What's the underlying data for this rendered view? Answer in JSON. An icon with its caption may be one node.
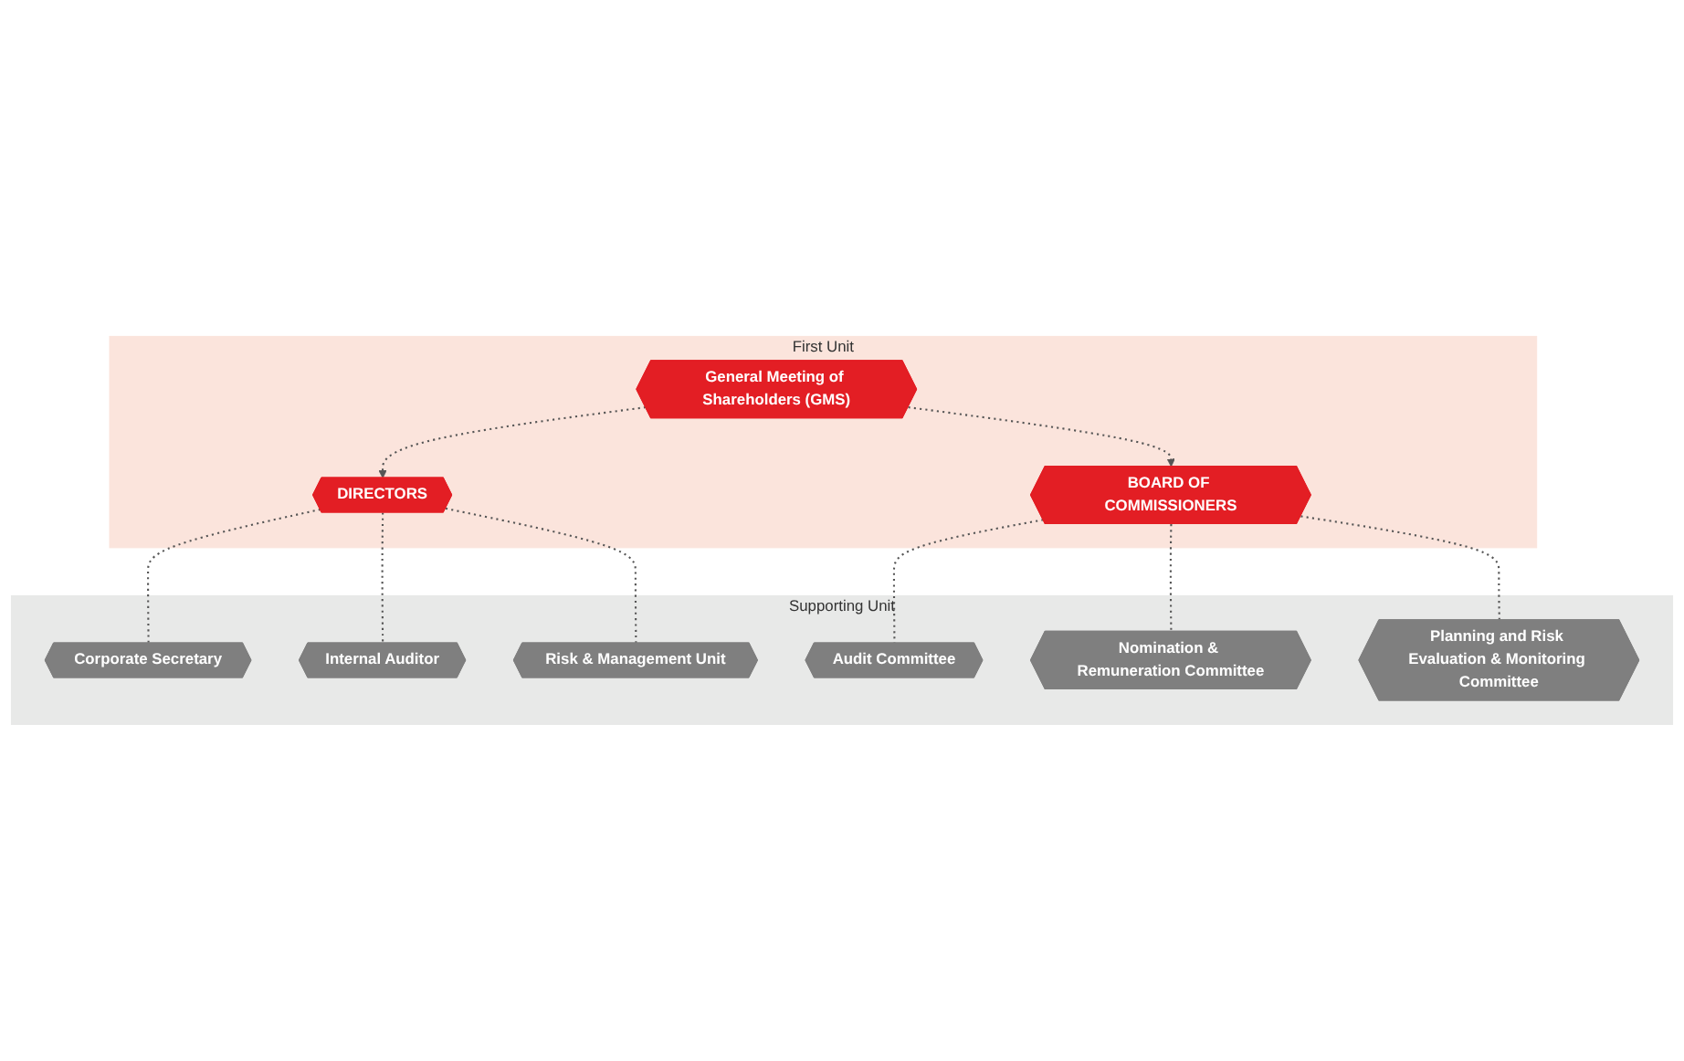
{
  "diagram": {
    "nodes": [
      {
        "text": [
          "First Unit"
        ]
      },
      {
        "text": [
          "General Meeting of Shareholders (GMS)"
        ],
        "in": 0
      },
      {
        "text": [
          "DIRECTORS"
        ],
        "in": 0
      },
      {
        "text": [
          "BOARD OF COMMISSIONERS"
        ],
        "in": 0
      },
      {
        "text": [
          "Supporting Unit"
        ]
      },
      {
        "text": [
          "Corporate Secretary"
        ],
        "in": 4
      },
      {
        "text": [
          "Internal Auditor"
        ],
        "in": 4
      },
      {
        "text": [
          "Risk & Management Unit"
        ],
        "in": 4
      },
      {
        "text": [
          "Audit Committee"
        ],
        "in": 4
      },
      {
        "text": [
          "Nomination & Remuneration Committee"
        ],
        "in": 4
      },
      {
        "text": [
          "Planning and Risk Evaluation & Monitoring Committee"
        ],
        "in": 4
      }
    ],
    "edges": [
      {
        "from": 1,
        "to": 2,
        "arrow": "to",
        "style": "dashed"
      },
      {
        "from": 1,
        "to": 3,
        "arrow": "to",
        "style": "dashed"
      },
      {
        "from": 2,
        "to": 5,
        "arrow": "none",
        "style": "dashed"
      },
      {
        "from": 2,
        "to": 6,
        "arrow": "none",
        "style": "dashed"
      },
      {
        "from": 2,
        "to": 7,
        "arrow": "none",
        "style": "dashed"
      },
      {
        "from": 3,
        "to": 8,
        "arrow": "none",
        "style": "dashed"
      },
      {
        "from": 3,
        "to": 9,
        "arrow": "none",
        "style": "dashed"
      },
      {
        "from": 3,
        "to": 10,
        "arrow": "none",
        "style": "dashed"
      }
    ]
  }
}
